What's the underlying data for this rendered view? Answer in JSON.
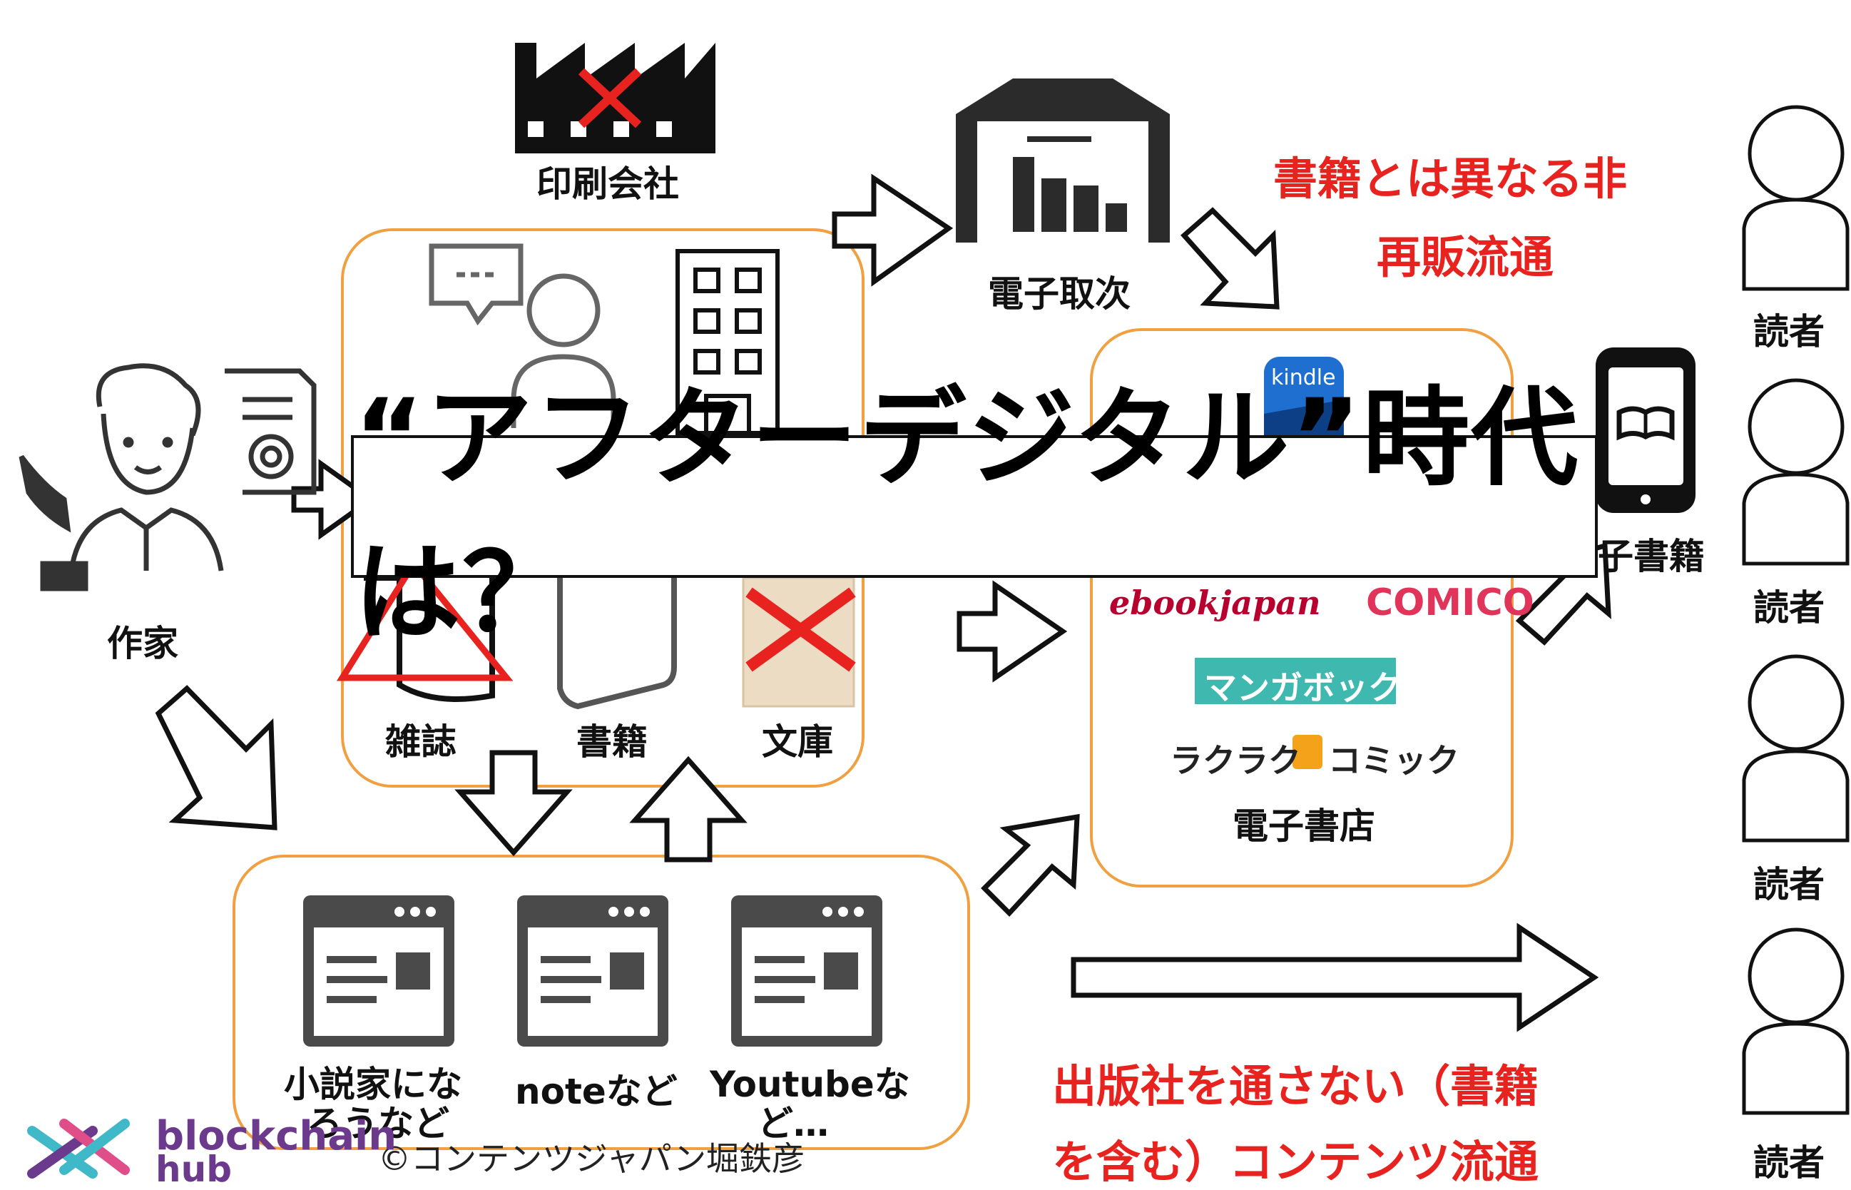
{
  "labels": {
    "printing_company": "印刷会社",
    "e_distributor": "電子取次",
    "author": "作家",
    "magazine": "雑誌",
    "book": "書籍",
    "bunko": "文庫",
    "ebook": "子書籍",
    "e_bookstore": "電子書店",
    "novelist_line1": "小説家にな",
    "novelist_line2": "ろうなど",
    "note": "noteなど",
    "youtube_line1": "Youtubeな",
    "youtube_line2": "ど…",
    "reader": "読者"
  },
  "red_notes": {
    "non_resale_line1": "書籍とは異なる非",
    "non_resale_line2": "再販流通",
    "no_publisher_line1": "出版社を通さない（書籍",
    "no_publisher_line2": "を含む）コンテンツ流通"
  },
  "banner": "“アフターデジタル”時代は？",
  "stores": {
    "kindle": "kindle",
    "ebookjapan": "ebookjapan",
    "comico": "COMICO",
    "mangabox": "マンガボックス",
    "rakuraku": "ラクラク",
    "comic": "コミック"
  },
  "footer": {
    "copyright": "©コンテンツジャパン堀鉄彦",
    "logo_line1": "blockchain",
    "logo_line2": "hub"
  },
  "colors": {
    "red": "#e8231f",
    "orange_border": "#f0a040",
    "logo_purple": "#6b3a8c",
    "mangabox_teal": "#3fb8b0",
    "kindle_blue": "#1f6fd0"
  }
}
